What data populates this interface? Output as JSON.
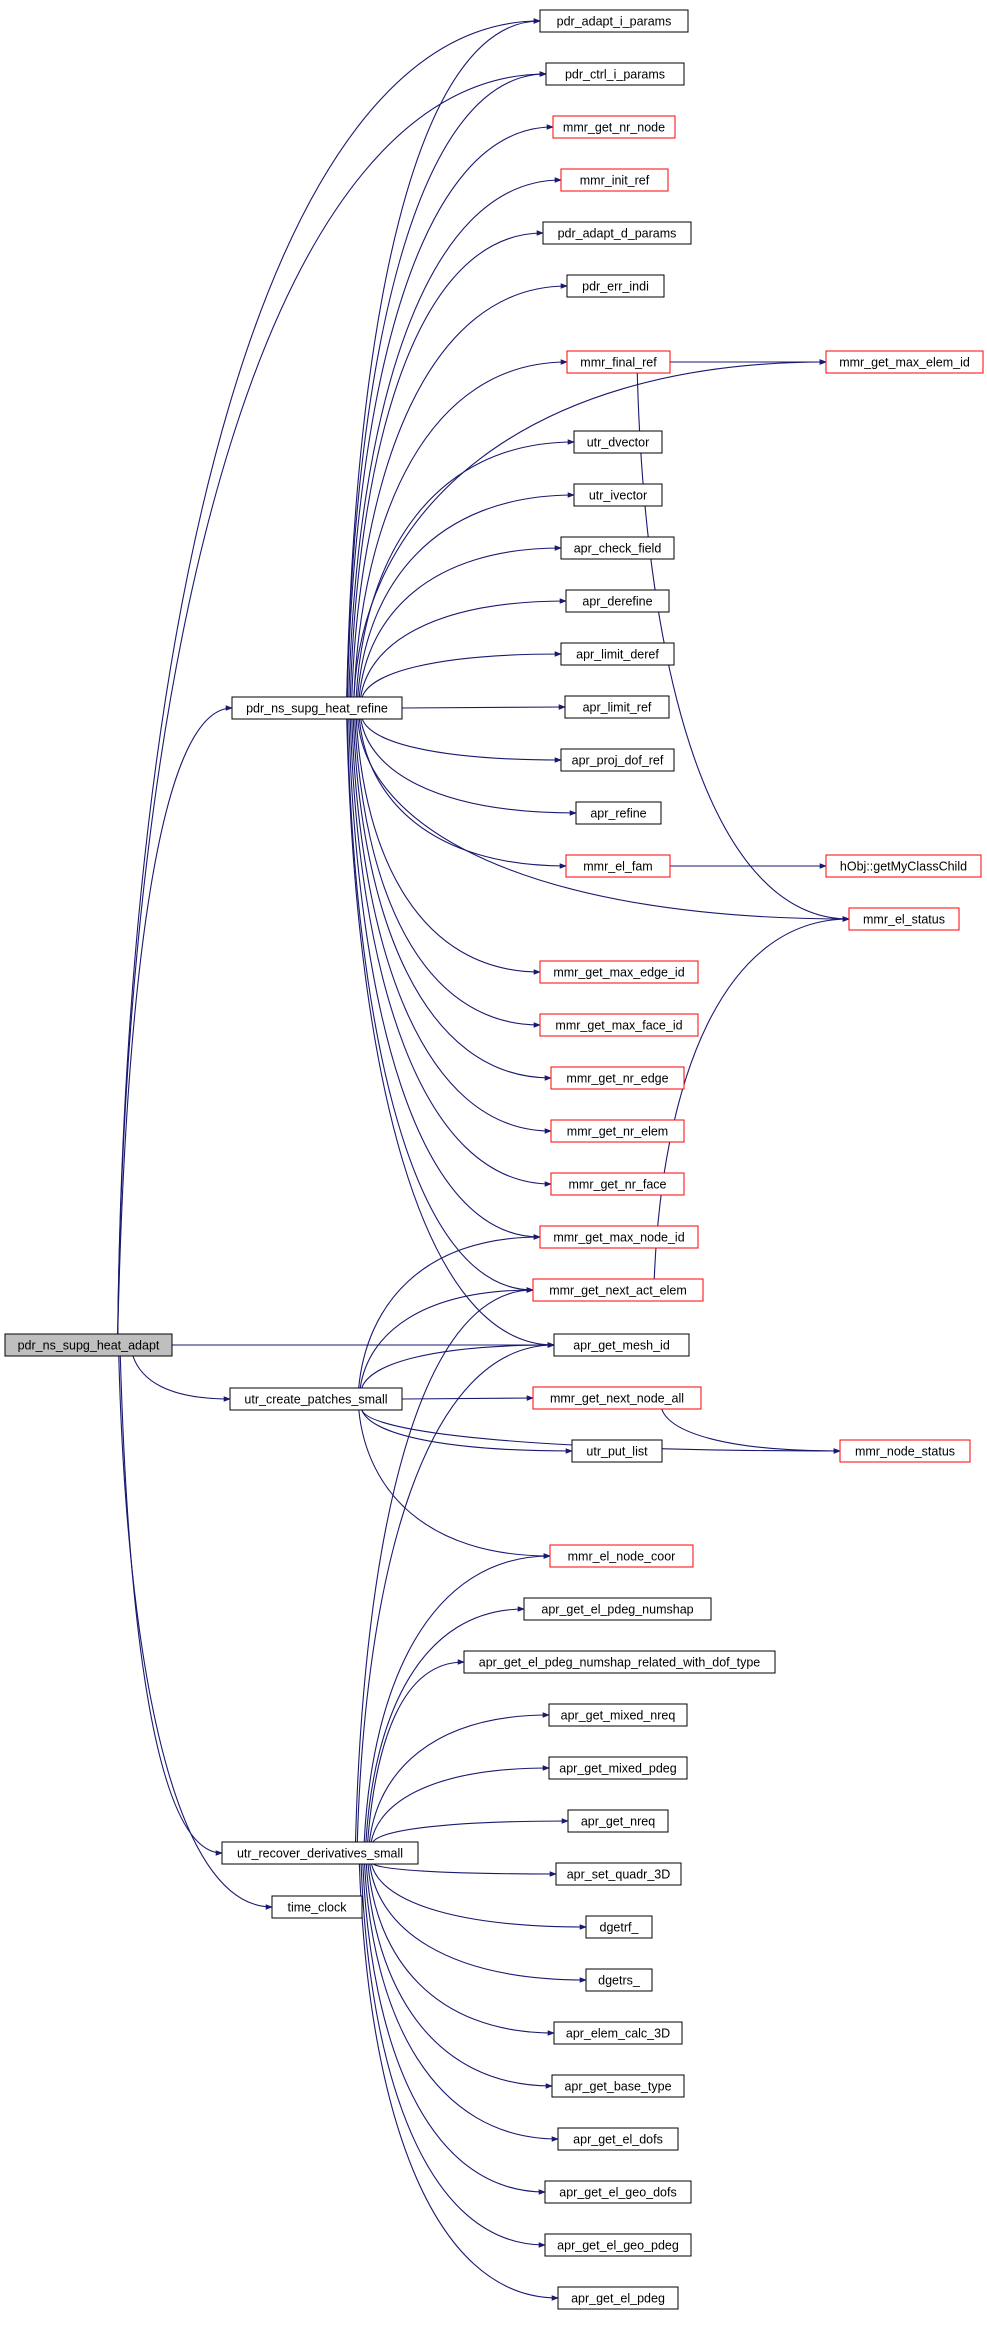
{
  "title": "",
  "colors": {
    "edge": "#191970",
    "node_border_default": "#000000",
    "node_border_truncated": "#ff0000",
    "node_fill": "#ffffff",
    "root_fill": "#bfbfbf"
  },
  "nodes": [
    {
      "id": "pdr_ns_supg_heat_adapt",
      "label": "pdr_ns_supg_heat_adapt",
      "style": "root"
    },
    {
      "id": "pdr_ns_supg_heat_refine",
      "label": "pdr_ns_supg_heat_refine",
      "style": "black"
    },
    {
      "id": "utr_create_patches_small",
      "label": "utr_create_patches_small",
      "style": "black"
    },
    {
      "id": "utr_recover_derivatives_small",
      "label": "utr_recover_derivatives_small",
      "style": "black"
    },
    {
      "id": "time_clock",
      "label": "time_clock",
      "style": "black"
    },
    {
      "id": "apr_get_mesh_id",
      "label": "apr_get_mesh_id",
      "style": "black"
    },
    {
      "id": "pdr_adapt_i_params",
      "label": "pdr_adapt_i_params",
      "style": "black"
    },
    {
      "id": "pdr_ctrl_i_params",
      "label": "pdr_ctrl_i_params",
      "style": "black"
    },
    {
      "id": "mmr_get_nr_node",
      "label": "mmr_get_nr_node",
      "style": "red"
    },
    {
      "id": "mmr_init_ref",
      "label": "mmr_init_ref",
      "style": "red"
    },
    {
      "id": "pdr_adapt_d_params",
      "label": "pdr_adapt_d_params",
      "style": "black"
    },
    {
      "id": "pdr_err_indi",
      "label": "pdr_err_indi",
      "style": "black"
    },
    {
      "id": "mmr_get_max_elem_id",
      "label": "mmr_get_max_elem_id",
      "style": "red"
    },
    {
      "id": "mmr_final_ref",
      "label": "mmr_final_ref",
      "style": "red"
    },
    {
      "id": "utr_dvector",
      "label": "utr_dvector",
      "style": "black"
    },
    {
      "id": "utr_ivector",
      "label": "utr_ivector",
      "style": "black"
    },
    {
      "id": "apr_check_field",
      "label": "apr_check_field",
      "style": "black"
    },
    {
      "id": "apr_derefine",
      "label": "apr_derefine",
      "style": "black"
    },
    {
      "id": "apr_limit_deref",
      "label": "apr_limit_deref",
      "style": "black"
    },
    {
      "id": "apr_limit_ref",
      "label": "apr_limit_ref",
      "style": "black"
    },
    {
      "id": "apr_proj_dof_ref",
      "label": "apr_proj_dof_ref",
      "style": "black"
    },
    {
      "id": "apr_refine",
      "label": "apr_refine",
      "style": "black"
    },
    {
      "id": "mmr_el_fam",
      "label": "mmr_el_fam",
      "style": "red"
    },
    {
      "id": "hObj_getMyClassChild",
      "label": "hObj::getMyClassChild",
      "style": "red"
    },
    {
      "id": "mmr_el_status",
      "label": "mmr_el_status",
      "style": "red"
    },
    {
      "id": "mmr_get_max_edge_id",
      "label": "mmr_get_max_edge_id",
      "style": "red"
    },
    {
      "id": "mmr_get_max_face_id",
      "label": "mmr_get_max_face_id",
      "style": "red"
    },
    {
      "id": "mmr_get_nr_edge",
      "label": "mmr_get_nr_edge",
      "style": "red"
    },
    {
      "id": "mmr_get_nr_elem",
      "label": "mmr_get_nr_elem",
      "style": "red"
    },
    {
      "id": "mmr_get_nr_face",
      "label": "mmr_get_nr_face",
      "style": "red"
    },
    {
      "id": "mmr_get_max_node_id",
      "label": "mmr_get_max_node_id",
      "style": "red"
    },
    {
      "id": "mmr_get_next_act_elem",
      "label": "mmr_get_next_act_elem",
      "style": "red"
    },
    {
      "id": "mmr_get_next_node_all",
      "label": "mmr_get_next_node_all",
      "style": "red"
    },
    {
      "id": "utr_put_list",
      "label": "utr_put_list",
      "style": "black"
    },
    {
      "id": "mmr_node_status",
      "label": "mmr_node_status",
      "style": "red"
    },
    {
      "id": "mmr_el_node_coor",
      "label": "mmr_el_node_coor",
      "style": "red"
    },
    {
      "id": "apr_get_el_pdeg_numshap",
      "label": "apr_get_el_pdeg_numshap",
      "style": "black"
    },
    {
      "id": "apr_get_el_pdeg_numshap_related_with_dof_type",
      "label": "apr_get_el_pdeg_numshap_related_with_dof_type",
      "style": "black"
    },
    {
      "id": "apr_get_mixed_nreq",
      "label": "apr_get_mixed_nreq",
      "style": "black"
    },
    {
      "id": "apr_get_mixed_pdeg",
      "label": "apr_get_mixed_pdeg",
      "style": "black"
    },
    {
      "id": "apr_get_nreq",
      "label": "apr_get_nreq",
      "style": "black"
    },
    {
      "id": "apr_set_quadr_3D",
      "label": "apr_set_quadr_3D",
      "style": "black"
    },
    {
      "id": "dgetrf_",
      "label": "dgetrf_",
      "style": "black"
    },
    {
      "id": "dgetrs_",
      "label": "dgetrs_",
      "style": "black"
    },
    {
      "id": "apr_elem_calc_3D",
      "label": "apr_elem_calc_3D",
      "style": "black"
    },
    {
      "id": "apr_get_base_type",
      "label": "apr_get_base_type",
      "style": "black"
    },
    {
      "id": "apr_get_el_dofs",
      "label": "apr_get_el_dofs",
      "style": "black"
    },
    {
      "id": "apr_get_el_geo_dofs",
      "label": "apr_get_el_geo_dofs",
      "style": "black"
    },
    {
      "id": "apr_get_el_geo_pdeg",
      "label": "apr_get_el_geo_pdeg",
      "style": "black"
    },
    {
      "id": "apr_get_el_pdeg",
      "label": "apr_get_el_pdeg",
      "style": "black"
    }
  ],
  "edges": [
    [
      "pdr_ns_supg_heat_adapt",
      "pdr_adapt_i_params"
    ],
    [
      "pdr_ns_supg_heat_adapt",
      "pdr_ctrl_i_params"
    ],
    [
      "pdr_ns_supg_heat_adapt",
      "pdr_ns_supg_heat_refine"
    ],
    [
      "pdr_ns_supg_heat_adapt",
      "apr_get_mesh_id"
    ],
    [
      "pdr_ns_supg_heat_adapt",
      "utr_create_patches_small"
    ],
    [
      "pdr_ns_supg_heat_adapt",
      "utr_recover_derivatives_small"
    ],
    [
      "pdr_ns_supg_heat_adapt",
      "time_clock"
    ],
    [
      "pdr_ns_supg_heat_refine",
      "pdr_adapt_i_params"
    ],
    [
      "pdr_ns_supg_heat_refine",
      "pdr_ctrl_i_params"
    ],
    [
      "pdr_ns_supg_heat_refine",
      "mmr_get_nr_node"
    ],
    [
      "pdr_ns_supg_heat_refine",
      "mmr_init_ref"
    ],
    [
      "pdr_ns_supg_heat_refine",
      "pdr_adapt_d_params"
    ],
    [
      "pdr_ns_supg_heat_refine",
      "pdr_err_indi"
    ],
    [
      "pdr_ns_supg_heat_refine",
      "mmr_get_max_elem_id"
    ],
    [
      "pdr_ns_supg_heat_refine",
      "mmr_final_ref"
    ],
    [
      "pdr_ns_supg_heat_refine",
      "utr_dvector"
    ],
    [
      "pdr_ns_supg_heat_refine",
      "utr_ivector"
    ],
    [
      "pdr_ns_supg_heat_refine",
      "apr_check_field"
    ],
    [
      "pdr_ns_supg_heat_refine",
      "apr_derefine"
    ],
    [
      "pdr_ns_supg_heat_refine",
      "apr_limit_deref"
    ],
    [
      "pdr_ns_supg_heat_refine",
      "apr_limit_ref"
    ],
    [
      "pdr_ns_supg_heat_refine",
      "apr_proj_dof_ref"
    ],
    [
      "pdr_ns_supg_heat_refine",
      "apr_refine"
    ],
    [
      "pdr_ns_supg_heat_refine",
      "mmr_el_fam"
    ],
    [
      "pdr_ns_supg_heat_refine",
      "mmr_el_status"
    ],
    [
      "pdr_ns_supg_heat_refine",
      "mmr_get_max_edge_id"
    ],
    [
      "pdr_ns_supg_heat_refine",
      "mmr_get_max_face_id"
    ],
    [
      "pdr_ns_supg_heat_refine",
      "mmr_get_nr_edge"
    ],
    [
      "pdr_ns_supg_heat_refine",
      "mmr_get_nr_elem"
    ],
    [
      "pdr_ns_supg_heat_refine",
      "mmr_get_nr_face"
    ],
    [
      "pdr_ns_supg_heat_refine",
      "mmr_get_max_node_id"
    ],
    [
      "pdr_ns_supg_heat_refine",
      "mmr_get_next_act_elem"
    ],
    [
      "pdr_ns_supg_heat_refine",
      "apr_get_mesh_id"
    ],
    [
      "mmr_final_ref",
      "mmr_get_max_elem_id"
    ],
    [
      "mmr_final_ref",
      "mmr_el_status"
    ],
    [
      "mmr_el_fam",
      "hObj_getMyClassChild"
    ],
    [
      "mmr_get_next_act_elem",
      "mmr_el_status"
    ],
    [
      "utr_create_patches_small",
      "mmr_get_max_node_id"
    ],
    [
      "utr_create_patches_small",
      "mmr_get_next_act_elem"
    ],
    [
      "utr_create_patches_small",
      "apr_get_mesh_id"
    ],
    [
      "utr_create_patches_small",
      "mmr_get_next_node_all"
    ],
    [
      "utr_create_patches_small",
      "utr_put_list"
    ],
    [
      "utr_create_patches_small",
      "mmr_node_status"
    ],
    [
      "utr_create_patches_small",
      "mmr_el_node_coor"
    ],
    [
      "mmr_get_next_node_all",
      "mmr_node_status"
    ],
    [
      "utr_recover_derivatives_small",
      "apr_get_mesh_id"
    ],
    [
      "utr_recover_derivatives_small",
      "mmr_get_next_act_elem"
    ],
    [
      "utr_recover_derivatives_small",
      "mmr_el_node_coor"
    ],
    [
      "utr_recover_derivatives_small",
      "apr_get_el_pdeg_numshap"
    ],
    [
      "utr_recover_derivatives_small",
      "apr_get_el_pdeg_numshap_related_with_dof_type"
    ],
    [
      "utr_recover_derivatives_small",
      "apr_get_mixed_nreq"
    ],
    [
      "utr_recover_derivatives_small",
      "apr_get_mixed_pdeg"
    ],
    [
      "utr_recover_derivatives_small",
      "apr_get_nreq"
    ],
    [
      "utr_recover_derivatives_small",
      "apr_set_quadr_3D"
    ],
    [
      "utr_recover_derivatives_small",
      "dgetrf_"
    ],
    [
      "utr_recover_derivatives_small",
      "dgetrs_"
    ],
    [
      "utr_recover_derivatives_small",
      "apr_elem_calc_3D"
    ],
    [
      "utr_recover_derivatives_small",
      "apr_get_base_type"
    ],
    [
      "utr_recover_derivatives_small",
      "apr_get_el_dofs"
    ],
    [
      "utr_recover_derivatives_small",
      "apr_get_el_geo_dofs"
    ],
    [
      "utr_recover_derivatives_small",
      "apr_get_el_geo_pdeg"
    ],
    [
      "utr_recover_derivatives_small",
      "apr_get_el_pdeg"
    ]
  ]
}
